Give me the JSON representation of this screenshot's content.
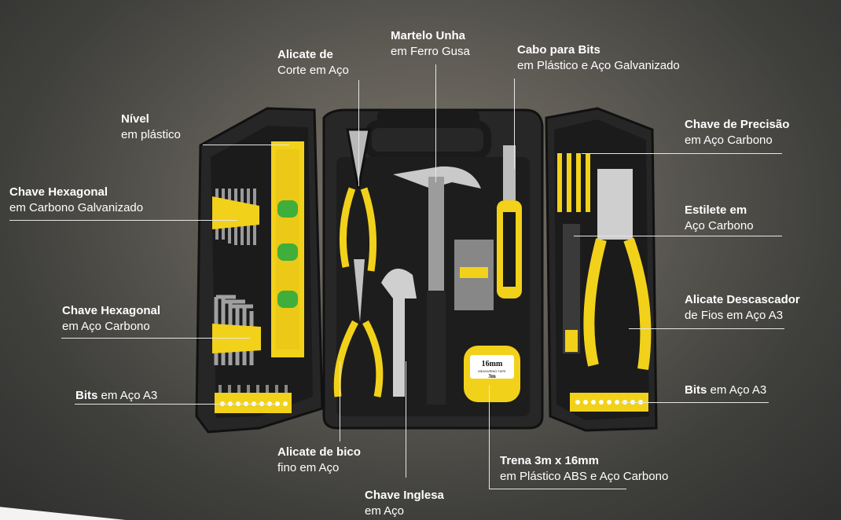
{
  "labels": {
    "martelo": {
      "title": "Martelo Unha",
      "sub": "em Ferro Gusa"
    },
    "cabo": {
      "title": "Cabo para Bits",
      "sub": "em Plástico e Aço Galvanizado"
    },
    "alicate_corte": {
      "title": "Alicate de",
      "sub": "Corte em Aço"
    },
    "nivel": {
      "title": "Nível",
      "sub": "em plástico"
    },
    "chave_hex_galv": {
      "title": "Chave Hexagonal",
      "sub": "em Carbono Galvanizado"
    },
    "chave_precisao": {
      "title": "Chave de Precisão",
      "sub": "em Aço Carbono"
    },
    "estilete": {
      "title": "Estilete em",
      "sub": "Aço Carbono"
    },
    "chave_hex_aco": {
      "title": "Chave Hexagonal",
      "sub": "em Aço Carbono"
    },
    "alicate_desc": {
      "title": "Alicate Descascador",
      "sub": "de Fios em Aço A3"
    },
    "bits_left": {
      "title": "Bits",
      "sub": "em Aço A3"
    },
    "bits_right": {
      "title": "Bits",
      "sub": "em Aço A3"
    },
    "alicate_bico": {
      "title": "Alicate de bico",
      "sub": "fino em Aço"
    },
    "trena": {
      "title": "Trena 3m x 16mm",
      "sub": "em Plástico ABS e Aço Carbono"
    },
    "chave_inglesa": {
      "title": "Chave Inglesa",
      "sub": "em Aço"
    }
  },
  "product_marks": {
    "tape_label": "16mm",
    "tape_sub": "MEASURING TAPE",
    "tape_len": "3m"
  },
  "colors": {
    "case": "#2a2a2a",
    "case_inner": "#1c1c1c",
    "yellow": "#f2d11a",
    "green": "#3fae3a",
    "label_text": "#ffffff"
  }
}
